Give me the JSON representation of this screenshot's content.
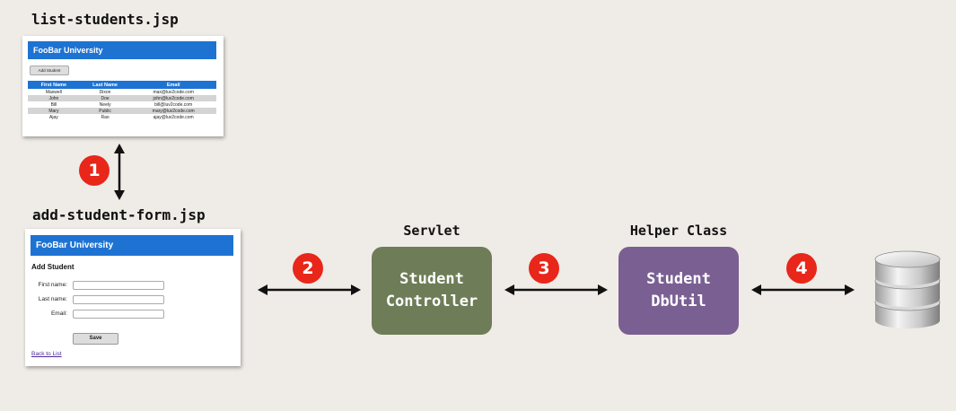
{
  "list_page": {
    "file_label": "list-students.jsp",
    "header": "FooBar University",
    "add_button": "Add Student",
    "columns": [
      "First Name",
      "Last Name",
      "Email"
    ],
    "rows": [
      [
        "Maxwell",
        "Dixon",
        "max@luv2code.com"
      ],
      [
        "John",
        "Doe",
        "john@luv2code.com"
      ],
      [
        "Bill",
        "Neely",
        "bill@luv2code.com"
      ],
      [
        "Mary",
        "Public",
        "mary@luv2code.com"
      ],
      [
        "Ajay",
        "Rao",
        "ajay@luv2code.com"
      ]
    ]
  },
  "form_page": {
    "file_label": "add-student-form.jsp",
    "header": "FooBar University",
    "heading": "Add Student",
    "fields": [
      "First name:",
      "Last name:",
      "Email:"
    ],
    "save_button": "Save",
    "back_link": "Back to List"
  },
  "steps": [
    "1",
    "2",
    "3",
    "4"
  ],
  "servlet": {
    "title": "Servlet",
    "line1": "Student",
    "line2": "Controller",
    "color": "#6e7d57"
  },
  "helper": {
    "title": "Helper Class",
    "line1": "Student",
    "line2": "DbUtil",
    "color": "#7a5f93"
  },
  "database": {
    "icon": "database-icon"
  },
  "colors": {
    "badge": "#e8261a",
    "header_bar": "#1e73d2",
    "background": "#efebe6"
  }
}
